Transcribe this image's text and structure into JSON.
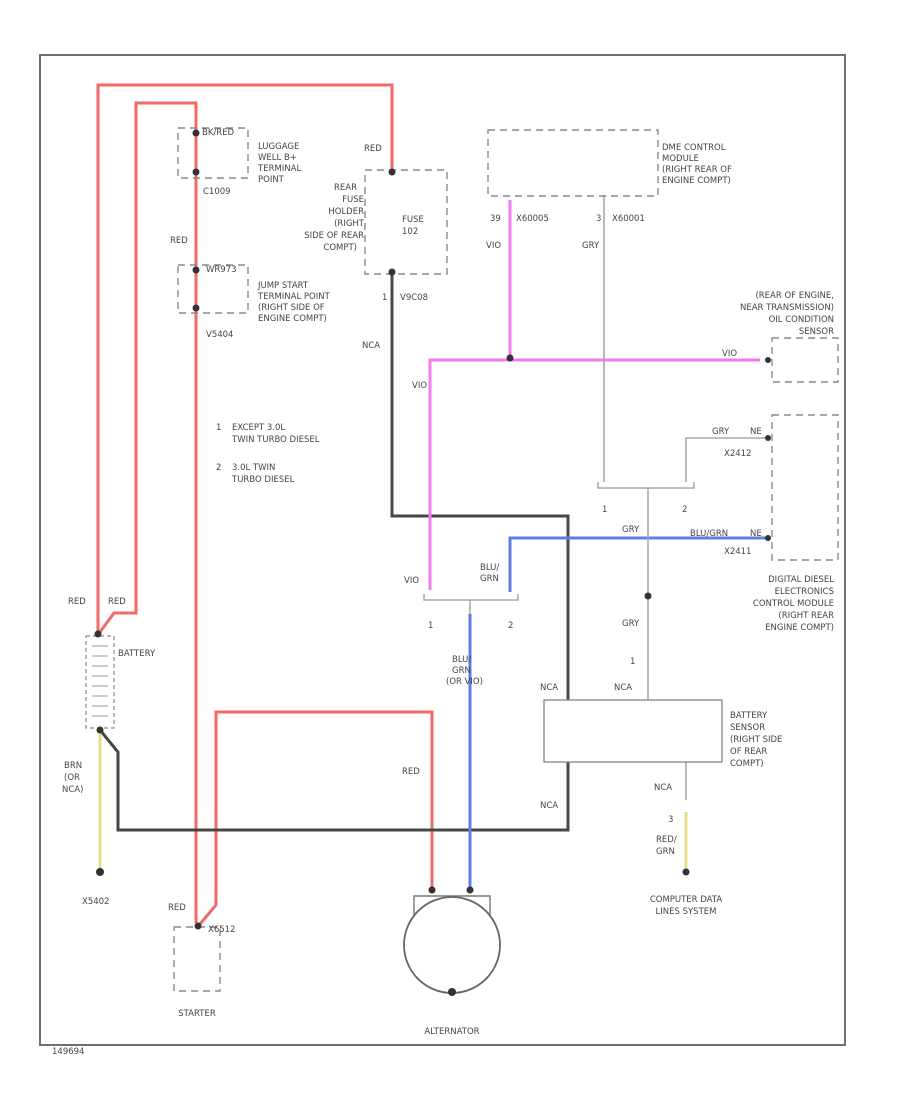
{
  "diagram_id": "149694",
  "components": {
    "luggage_well": {
      "pin": "BK/RED",
      "label": [
        "LUGGAGE",
        "WELL B+",
        "TERMINAL",
        "POINT"
      ],
      "conn": "C1009"
    },
    "jump_start": {
      "pin": "WR973",
      "label": [
        "JUMP START",
        "TERMINAL POINT",
        "(RIGHT SIDE OF",
        "ENGINE COMPT)"
      ],
      "conn": "V5404"
    },
    "fuse_holder": {
      "label": [
        "REAR",
        "FUSE",
        "HOLDER",
        "(RIGHT",
        "SIDE OF REAR",
        "COMPT)"
      ],
      "fuse": [
        "FUSE",
        "102"
      ],
      "pin": "1",
      "conn": "V9C08"
    },
    "dme": {
      "label": [
        "DME CONTROL",
        "MODULE",
        "(RIGHT REAR OF",
        "ENGINE COMPT)"
      ],
      "pin_a": "39",
      "conn_a": "X60005",
      "pin_b": "3",
      "conn_b": "X60001"
    },
    "oil_sensor": {
      "label": [
        "(REAR OF ENGINE,",
        "NEAR TRANSMISSION)",
        "OIL CONDITION",
        "SENSOR"
      ]
    },
    "dde": {
      "label": [
        "DIGITAL DIESEL",
        "ELECTRONICS",
        "CONTROL MODULE",
        "(RIGHT REAR",
        "ENGINE COMPT)"
      ],
      "pin_a": "NE",
      "conn_a": "X2412",
      "pin_b": "NE",
      "conn_b": "X2411"
    },
    "battery": {
      "label": "BATTERY"
    },
    "battery_sensor": {
      "label": [
        "BATTERY",
        "SENSOR",
        "(RIGHT SIDE",
        "OF REAR",
        "COMPT)"
      ],
      "pin": "1"
    },
    "starter": {
      "label": "STARTER",
      "conn": "X6512"
    },
    "alternator": {
      "label": "ALTERNATOR"
    },
    "ground": {
      "label": "X5402"
    },
    "computer_data": {
      "label": [
        "COMPUTER DATA",
        "LINES SYSTEM"
      ],
      "pin": "3"
    }
  },
  "notes": {
    "note1": {
      "num": "1",
      "text": [
        "EXCEPT 3.0L",
        "TWIN TURBO DIESEL"
      ]
    },
    "note2": {
      "num": "2",
      "text": [
        "3.0L TWIN",
        "TURBO DIESEL"
      ]
    }
  },
  "wires": {
    "red": "RED",
    "vio": "VIO",
    "gry": "GRY",
    "nca": "NCA",
    "blu_grn": [
      "BLU/",
      "GRN"
    ],
    "blu_grn_or_vio": [
      "BLU/",
      "GRN",
      "(OR VIO)"
    ],
    "blugrn_long": "BLU/GRN",
    "brn": [
      "BRN",
      "(OR",
      "NCA)"
    ],
    "red_grn": [
      "RED/",
      "GRN"
    ],
    "splice_pin1": "1",
    "splice_pin2": "2"
  },
  "colors": {
    "red": "#f06a6a",
    "black": "#474747",
    "violet": "#f07cf0",
    "blue": "#5f7fe0",
    "gray": "#a8a8a8",
    "yellow": "#e8dc8c"
  }
}
